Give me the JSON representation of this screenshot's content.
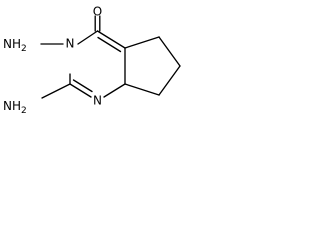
{
  "molecule": {
    "atoms": {
      "o1": "O",
      "n1": "N",
      "n2": "N",
      "nh2_top": "NH",
      "nh2_top_sub": "2",
      "nh2_bottom": "NH",
      "nh2_bottom_sub": "2"
    }
  }
}
